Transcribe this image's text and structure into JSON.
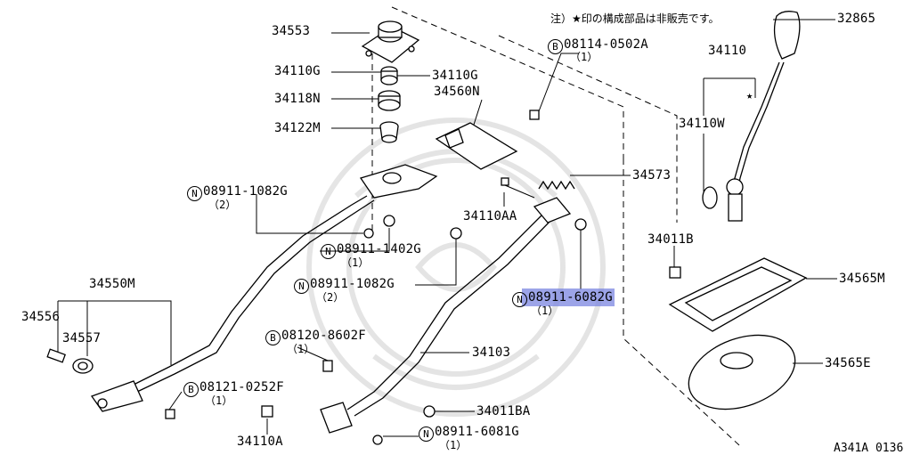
{
  "note": "注）★印の構成部品は非販売です。",
  "drawing_code": "A341A 0136",
  "qty_mark": "（1）",
  "qty_mark_2": "（2）",
  "labels": {
    "p34553": "34553",
    "p34110g_l": "34110G",
    "p34110g_r": "34110G",
    "p34118n": "34118N",
    "p34122m": "34122M",
    "p34560n": "34560N",
    "p34573": "34573",
    "p34110aa": "34110AA",
    "p32865": "32865",
    "p34110": "34110",
    "p34110w": "34110W",
    "p34011b": "34011B",
    "p34565m": "34565M",
    "p34565e": "34565E",
    "p34550m": "34550M",
    "p34556": "34556",
    "p34557": "34557",
    "p34103": "34103",
    "p34011ba": "34011BA",
    "p34110a": "34110A"
  },
  "callouts": {
    "b08114": {
      "prefix": "B",
      "number": "08114-0502A"
    },
    "n08911_1082g_a": {
      "prefix": "N",
      "number": "08911-1082G"
    },
    "n08911_1402g": {
      "prefix": "N",
      "number": "08911-1402G"
    },
    "n08911_1082g_b": {
      "prefix": "N",
      "number": "08911-1082G"
    },
    "n08911_6082g": {
      "prefix": "N",
      "number": "08911-6082G"
    },
    "b08120": {
      "prefix": "B",
      "number": "08120-8602F"
    },
    "b08121": {
      "prefix": "B",
      "number": "08121-0252F"
    },
    "n08911_6081g": {
      "prefix": "N",
      "number": "08911-6081G"
    }
  },
  "icons": {
    "star": "★",
    "background_emblem": "watermark-emblem-icon"
  }
}
